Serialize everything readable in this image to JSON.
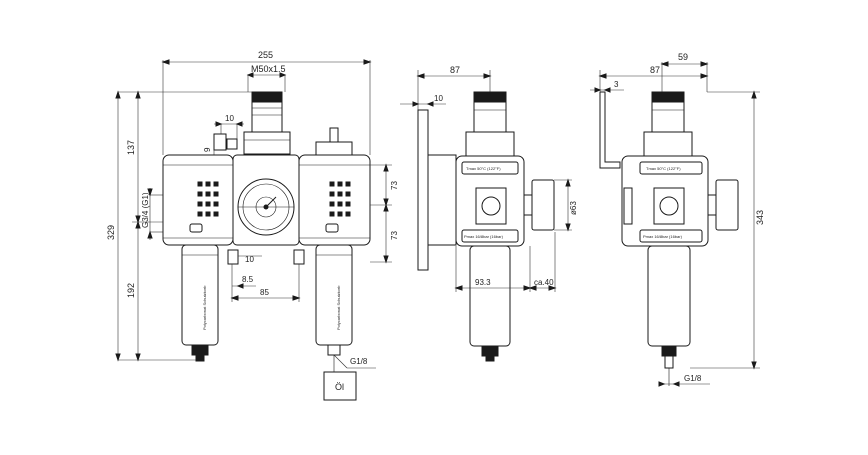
{
  "front_view": {
    "overall_width": "255",
    "thread_top": "M50x1.5",
    "pitch_10": "10",
    "pitch_9": "9",
    "port_g34": "G3/4 (G1)",
    "height_329": "329",
    "height_137": "137",
    "height_192": "192",
    "right_73_top": "73",
    "right_73_bottom": "73",
    "bottom_10": "10",
    "bottom_8_5": "8.5",
    "bottom_85": "85",
    "drain_thread": "G1/8",
    "oil_label": "Öl",
    "bowl_text": "Polycarbonat Schutzkorb"
  },
  "side_view": {
    "width_87": "87",
    "width_10": "10",
    "gauge_dia": "ø63",
    "depth_93": "93.3",
    "gauge_ca40": "ca.40",
    "label_top": "Tmax 50°C (122°F)",
    "label_bottom": "Pmax 16/8bar (16bar)"
  },
  "right_view": {
    "width_59": "59",
    "width_87": "87",
    "small_3": "3",
    "height_343": "343",
    "drain_thread": "G1/8",
    "label_top": "Tmax 50°C (122°F)",
    "label_bottom": "Pmax 16/8bar (16bar)"
  }
}
